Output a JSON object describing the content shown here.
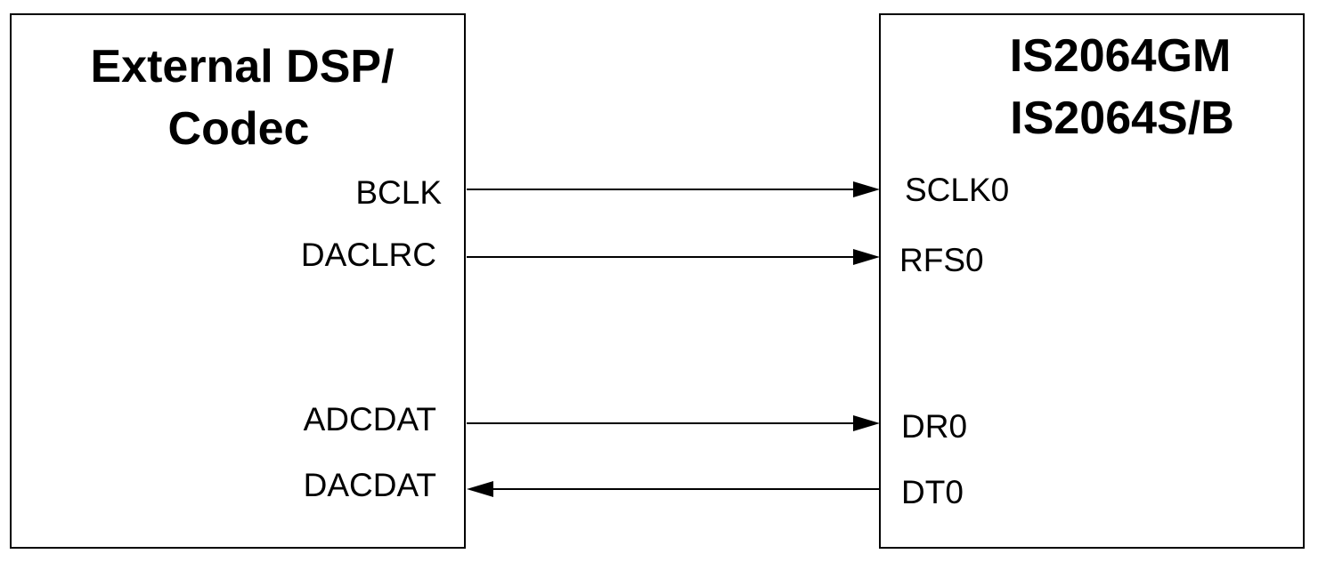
{
  "left_block": {
    "title_lines": [
      "External DSP/",
      "Codec"
    ],
    "pins": [
      "BCLK",
      "DACLRC",
      "ADCDAT",
      "DACDAT"
    ]
  },
  "right_block": {
    "title_lines": [
      "IS2064GM",
      "IS2064S/B"
    ],
    "pins": [
      "SCLK0",
      "RFS0",
      "DR0",
      "DT0"
    ]
  },
  "connections": [
    {
      "from": "BCLK",
      "to": "SCLK0",
      "direction": "left-to-right"
    },
    {
      "from": "DACLRC",
      "to": "RFS0",
      "direction": "left-to-right"
    },
    {
      "from": "ADCDAT",
      "to": "DR0",
      "direction": "left-to-right"
    },
    {
      "from": "DT0",
      "to": "DACDAT",
      "direction": "right-to-left"
    }
  ],
  "colors": {
    "line": "#000000",
    "background": "#ffffff"
  }
}
